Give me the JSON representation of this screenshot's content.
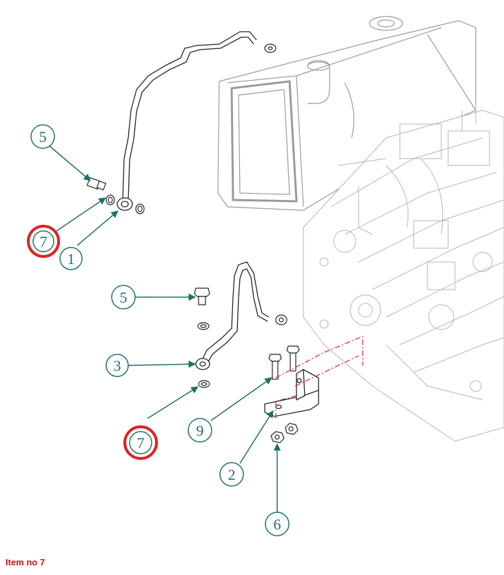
{
  "caption": "Item no 7",
  "colors": {
    "callout": "#1f6f6a",
    "highlight": "#e02020",
    "caption": "#d01010",
    "linework": "#222222",
    "engine_linework": "#b5b5b5",
    "dash_dot": "#e02020"
  },
  "callouts": [
    {
      "id": "c5a",
      "label": "5",
      "highlighted": false
    },
    {
      "id": "c7a",
      "label": "7",
      "highlighted": true
    },
    {
      "id": "c1",
      "label": "1",
      "highlighted": false
    },
    {
      "id": "c5b",
      "label": "5",
      "highlighted": false
    },
    {
      "id": "c3",
      "label": "3",
      "highlighted": false
    },
    {
      "id": "c7b",
      "label": "7",
      "highlighted": true
    },
    {
      "id": "c9",
      "label": "9",
      "highlighted": false
    },
    {
      "id": "c2",
      "label": "2",
      "highlighted": false
    },
    {
      "id": "c6",
      "label": "6",
      "highlighted": false
    }
  ]
}
